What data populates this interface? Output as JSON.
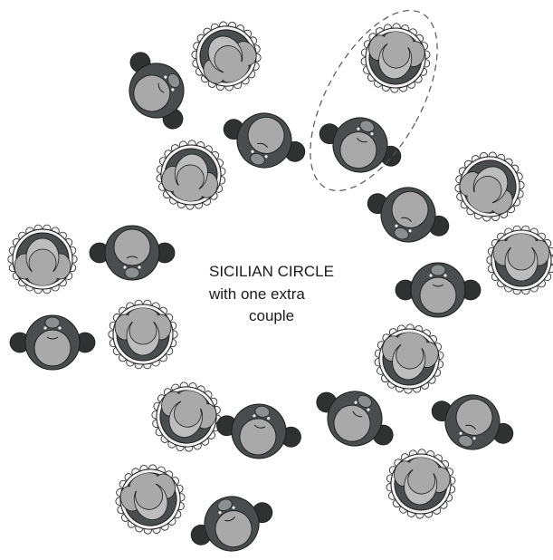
{
  "caption": {
    "line1": "SICILIAN CIRCLE",
    "line2": "with one extra",
    "line3": "couple"
  },
  "colors": {
    "background": "#ffffff",
    "body_dark": "#4a4d4d",
    "head_light": "#a9a9a9",
    "hand_dark": "#303232",
    "outline": "#1c1c1c",
    "skirt_frill": "#f4f4f4",
    "ellipse_dash": "#555555"
  },
  "dancers": [
    {
      "id": "d1",
      "type": "woman"
    },
    {
      "id": "d2",
      "type": "man"
    },
    {
      "id": "d3",
      "type": "man"
    },
    {
      "id": "d4",
      "type": "woman"
    },
    {
      "id": "d5",
      "type": "woman"
    },
    {
      "id": "d6",
      "type": "man"
    },
    {
      "id": "d7",
      "type": "woman"
    },
    {
      "id": "d8",
      "type": "man"
    },
    {
      "id": "d9",
      "type": "woman"
    },
    {
      "id": "d10",
      "type": "man"
    },
    {
      "id": "d11",
      "type": "woman"
    },
    {
      "id": "d12",
      "type": "man"
    },
    {
      "id": "d13",
      "type": "man"
    },
    {
      "id": "d14",
      "type": "woman"
    },
    {
      "id": "d15",
      "type": "woman"
    },
    {
      "id": "d16",
      "type": "man"
    },
    {
      "id": "d17",
      "type": "man"
    },
    {
      "id": "d18",
      "type": "woman"
    },
    {
      "id": "d19",
      "type": "man"
    },
    {
      "id": "d20",
      "type": "woman"
    },
    {
      "id": "d21",
      "type": "woman"
    },
    {
      "id": "d22",
      "type": "man"
    }
  ]
}
